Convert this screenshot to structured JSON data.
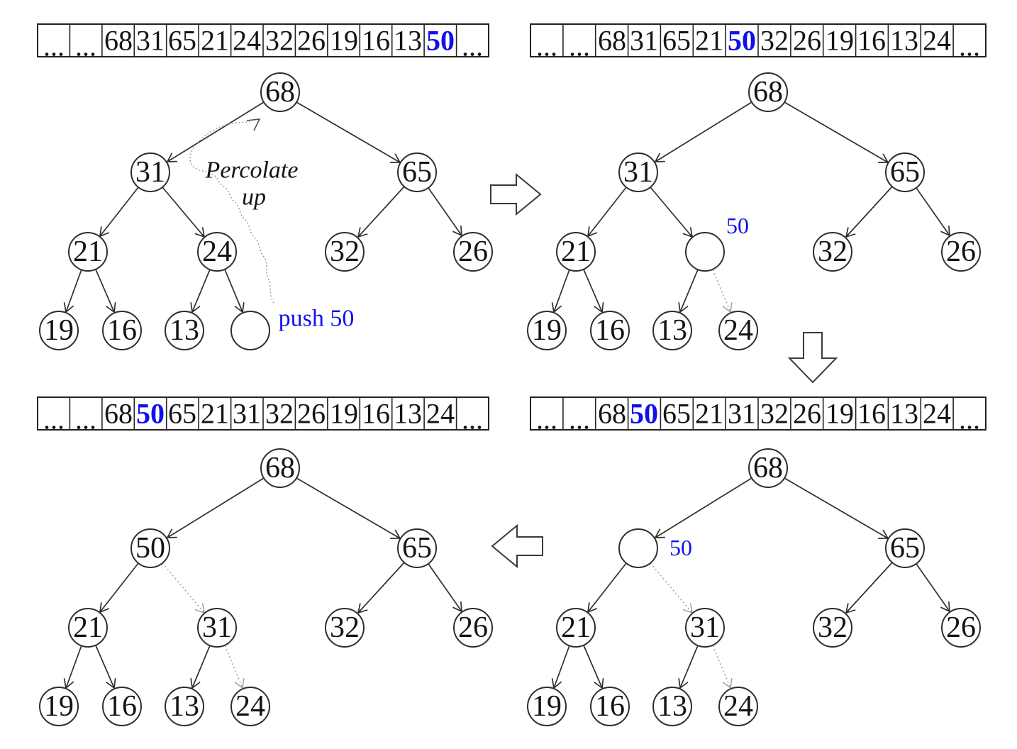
{
  "palette": {
    "highlight_blue": "#1010ee",
    "line_ink": "#2f2f2f",
    "dotted_gray": "#9b9b9b"
  },
  "icons": {
    "flow_right": "hollow-arrow-right",
    "flow_down": "hollow-arrow-down",
    "flow_left": "hollow-arrow-left"
  },
  "panels": [
    {
      "name": "step-1-push",
      "array": [
        "...",
        "...",
        "68",
        "31",
        "65",
        "21",
        "24",
        "32",
        "26",
        "19",
        "16",
        "13",
        "50",
        "..."
      ],
      "array_highlight_index": 12,
      "tree": {
        "root": "68",
        "l": "31",
        "r": "65",
        "ll": "21",
        "lr": "24",
        "rl": "32",
        "rr": "26",
        "lll": "19",
        "llr": "16",
        "lrl": "13",
        "lrr": ""
      },
      "annotations": {
        "percolate_line1": "Percolate",
        "percolate_line2": "up",
        "push_label": "push 50"
      }
    },
    {
      "name": "step-2-hole-moves-up",
      "array": [
        "...",
        "...",
        "68",
        "31",
        "65",
        "21",
        "50",
        "32",
        "26",
        "19",
        "16",
        "13",
        "24",
        "..."
      ],
      "array_highlight_index": 6,
      "tree": {
        "root": "68",
        "l": "31",
        "r": "65",
        "ll": "21",
        "lr": "",
        "rl": "32",
        "rr": "26",
        "lll": "19",
        "llr": "16",
        "lrl": "13",
        "lrr": "24"
      },
      "annotations": {
        "hole_label": "50"
      }
    },
    {
      "name": "step-4-final",
      "array": [
        "...",
        "...",
        "68",
        "50",
        "65",
        "21",
        "31",
        "32",
        "26",
        "19",
        "16",
        "13",
        "24",
        "..."
      ],
      "array_highlight_index": 3,
      "tree": {
        "root": "68",
        "l": "50",
        "r": "65",
        "ll": "21",
        "lr": "31",
        "rl": "32",
        "rr": "26",
        "lll": "19",
        "llr": "16",
        "lrl": "13",
        "lrr": "24"
      }
    },
    {
      "name": "step-3-hole-moves-up-again",
      "array": [
        "...",
        "...",
        "68",
        "50",
        "65",
        "21",
        "31",
        "32",
        "26",
        "19",
        "16",
        "13",
        "24",
        "..."
      ],
      "array_highlight_index": 3,
      "tree": {
        "root": "68",
        "l": "",
        "r": "65",
        "ll": "21",
        "lr": "31",
        "rl": "32",
        "rr": "26",
        "lll": "19",
        "llr": "16",
        "lrl": "13",
        "lrr": "24"
      },
      "annotations": {
        "hole_label": "50"
      }
    }
  ]
}
